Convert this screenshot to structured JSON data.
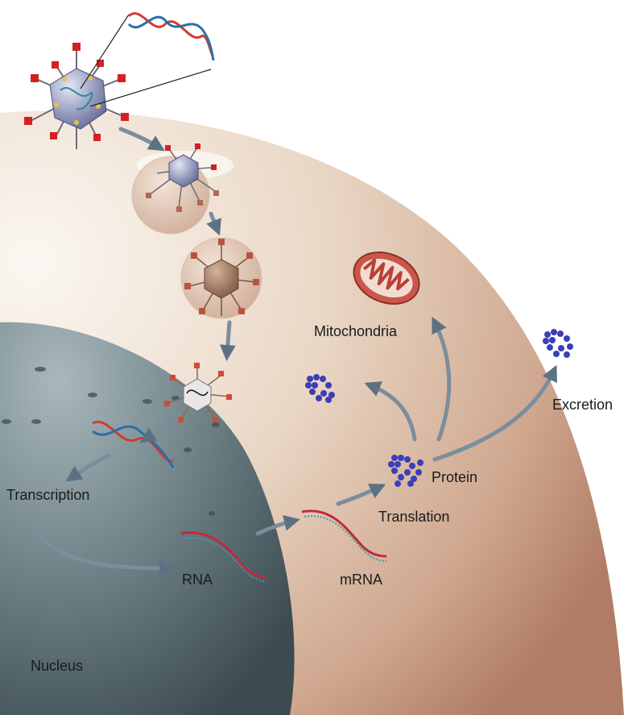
{
  "labels": {
    "mitochondria": "Mitochondria",
    "excretion": "Excretion",
    "protein": "Protein",
    "translation": "Translation",
    "transcription": "Transcription",
    "rna": "RNA",
    "mrna": "mRNA",
    "nucleus": "Nucleus"
  },
  "colors": {
    "cytoplasm": "#e7d3c1",
    "nucleus": "#6f8389",
    "dna_red": "#d43a2e",
    "dna_blue": "#2a6fa8",
    "protein": "#3b3fb8",
    "mitochondria": "#c9574a",
    "ligand": "#d42025",
    "capsid": "#9aa0c4"
  }
}
